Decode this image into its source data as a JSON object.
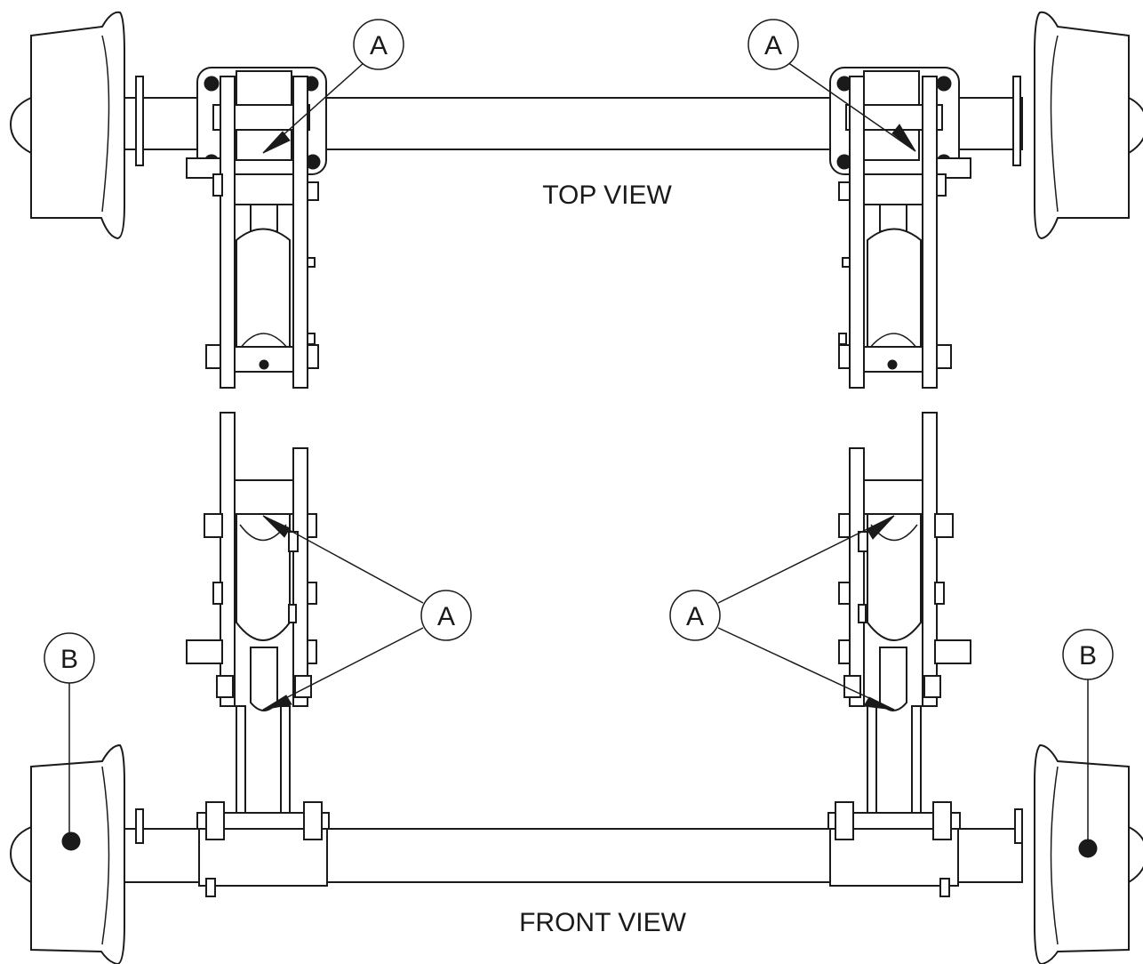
{
  "views": {
    "top": "TOP VIEW",
    "front": "FRONT VIEW"
  },
  "callouts": {
    "a": "A",
    "b": "B"
  },
  "colors": {
    "line": "#1a1a1a",
    "background": "#ffffff"
  }
}
